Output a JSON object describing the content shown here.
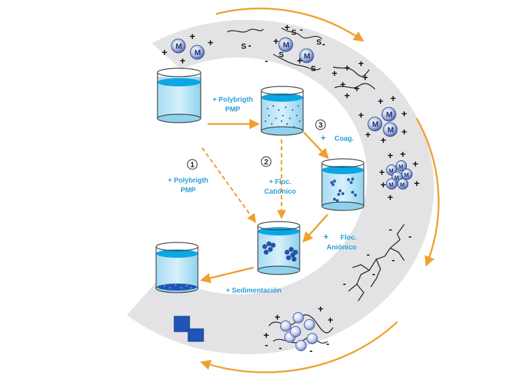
{
  "labels": {
    "step1_add": "+ Polybrigth",
    "step1_add2": "PMP",
    "top_add": "+ Polybrigth",
    "top_add2": "PMP",
    "coag": "Coag.",
    "floc_cat1": "+ Floc.",
    "floc_cat2": "Catiónico",
    "floc_an1": "Floc.",
    "floc_an2": "Aniónico",
    "sedimentacion": "+ Sedimentación"
  },
  "steps": [
    "1",
    "2",
    "3"
  ],
  "particle_letter": "M",
  "colors": {
    "ring": "#e3e3e5",
    "arrow": "#f0a030",
    "water": "#5cc4ec",
    "water_top": "#0aa7e6",
    "particle": "#3a6fb5",
    "label": "#2a9fd6"
  }
}
